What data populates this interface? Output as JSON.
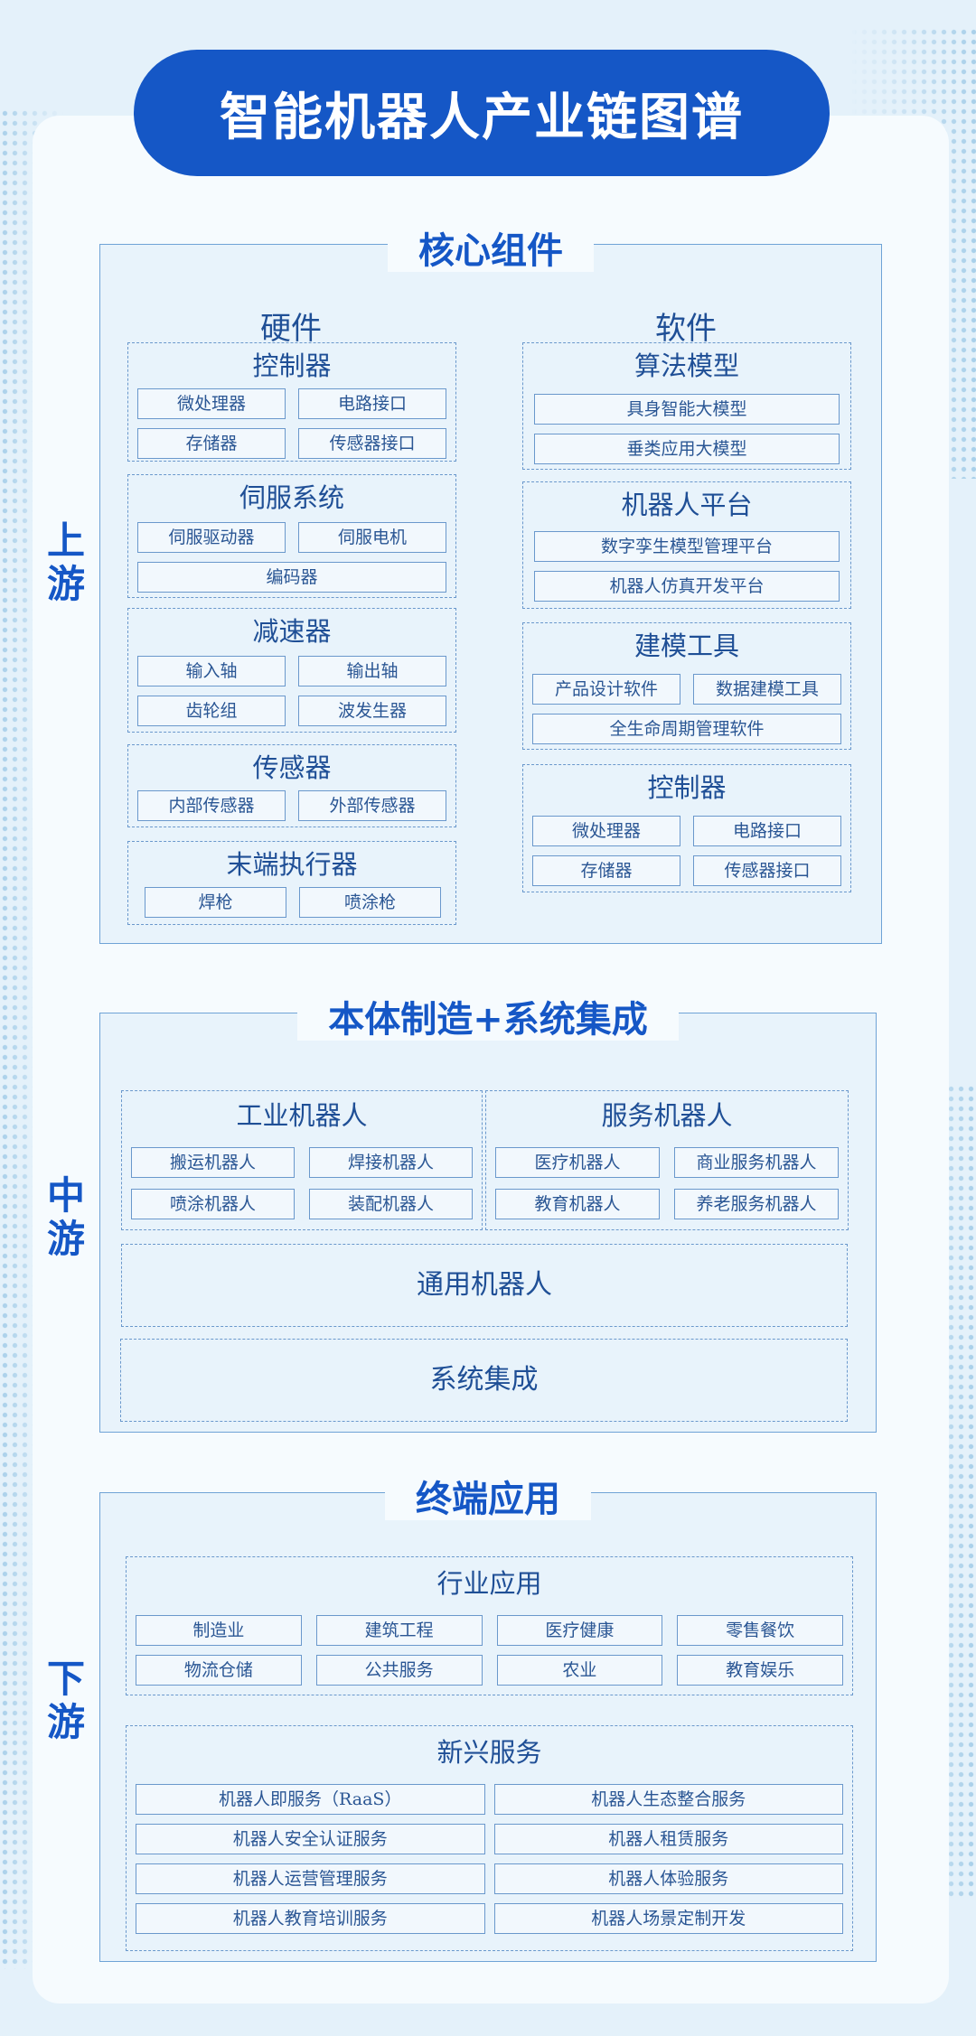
{
  "title": "智能机器人产业链图谱",
  "labels": {
    "up": "上游",
    "mid": "中游",
    "down": "下游"
  },
  "upstream": {
    "title": "核心组件",
    "hardware": {
      "title": "硬件",
      "groups": [
        {
          "title": "控制器",
          "items": [
            "微处理器",
            "电路接口",
            "存储器",
            "传感器接口"
          ]
        },
        {
          "title": "伺服系统",
          "items": [
            "伺服驱动器",
            "伺服电机",
            "编码器"
          ]
        },
        {
          "title": "减速器",
          "items": [
            "输入轴",
            "输出轴",
            "齿轮组",
            "波发生器"
          ]
        },
        {
          "title": "传感器",
          "items": [
            "内部传感器",
            "外部传感器"
          ]
        },
        {
          "title": "末端执行器",
          "items": [
            "焊枪",
            "喷涂枪"
          ]
        }
      ]
    },
    "software": {
      "title": "软件",
      "groups": [
        {
          "title": "算法模型",
          "items": [
            "具身智能大模型",
            "垂类应用大模型"
          ]
        },
        {
          "title": "机器人平台",
          "items": [
            "数字孪生模型管理平台",
            "机器人仿真开发平台"
          ]
        },
        {
          "title": "建模工具",
          "items": [
            "产品设计软件",
            "数据建模工具",
            "全生命周期管理软件"
          ]
        },
        {
          "title": "控制器",
          "items": [
            "微处理器",
            "电路接口",
            "存储器",
            "传感器接口"
          ]
        }
      ]
    }
  },
  "midstream": {
    "title": "本体制造+系统集成",
    "industrial": {
      "title": "工业机器人",
      "items": [
        "搬运机器人",
        "焊接机器人",
        "喷涂机器人",
        "装配机器人"
      ]
    },
    "service": {
      "title": "服务机器人",
      "items": [
        "医疗机器人",
        "商业服务机器人",
        "教育机器人",
        "养老服务机器人"
      ]
    },
    "general": "通用机器人",
    "integration": "系统集成"
  },
  "downstream": {
    "title": "终端应用",
    "industry": {
      "title": "行业应用",
      "items": [
        "制造业",
        "建筑工程",
        "医疗健康",
        "零售餐饮",
        "物流仓储",
        "公共服务",
        "农业",
        "教育娱乐"
      ]
    },
    "emerging": {
      "title": "新兴服务",
      "items": [
        "机器人即服务（RaaS）",
        "机器人生态整合服务",
        "机器人安全认证服务",
        "机器人租赁服务",
        "机器人运营管理服务",
        "机器人体验服务",
        "机器人教育培训服务",
        "机器人场景定制开发"
      ]
    }
  },
  "colors": {
    "primary": "#1557c6",
    "border": "#6a98cc",
    "text": "#1f4f96"
  }
}
